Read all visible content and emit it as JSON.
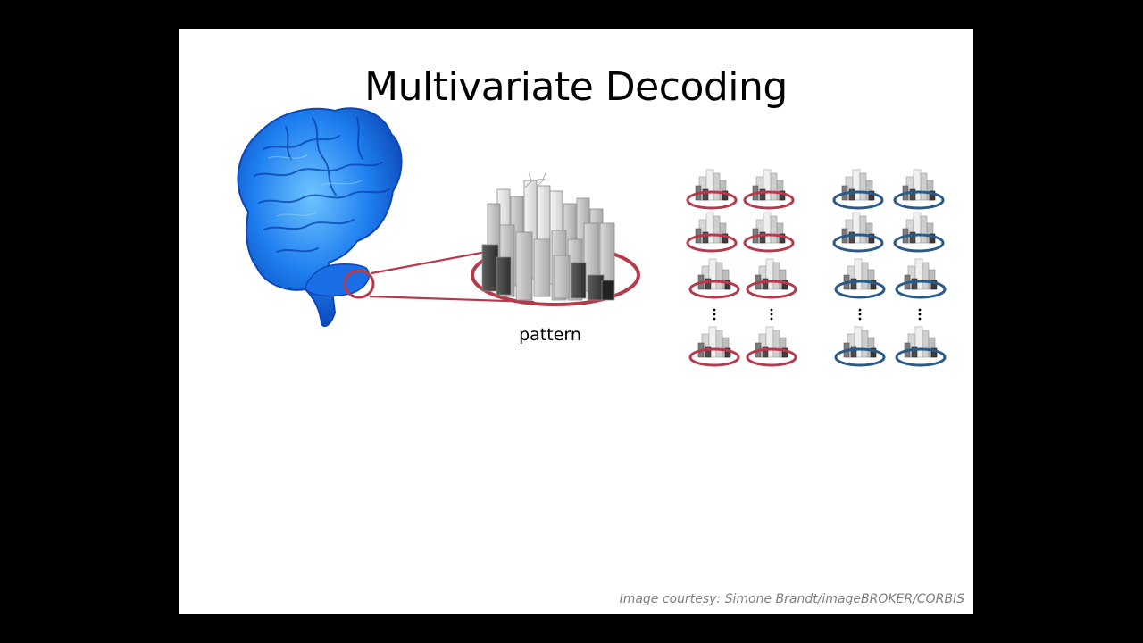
{
  "slide": {
    "title": "Multivariate Decoding",
    "pattern_label": "pattern",
    "credit": "Image courtesy: Simone Brandt/imageBROKER/CORBIS"
  },
  "colors": {
    "background": "#000000",
    "slide": "#ffffff",
    "brain_blue": "#1e7ff0",
    "class_a_ring": "#b73a4c",
    "class_b_ring": "#2a5a88",
    "credit_text": "#7f7f7f"
  },
  "diagram": {
    "class_a_samples": 8,
    "class_b_samples": 8
  }
}
